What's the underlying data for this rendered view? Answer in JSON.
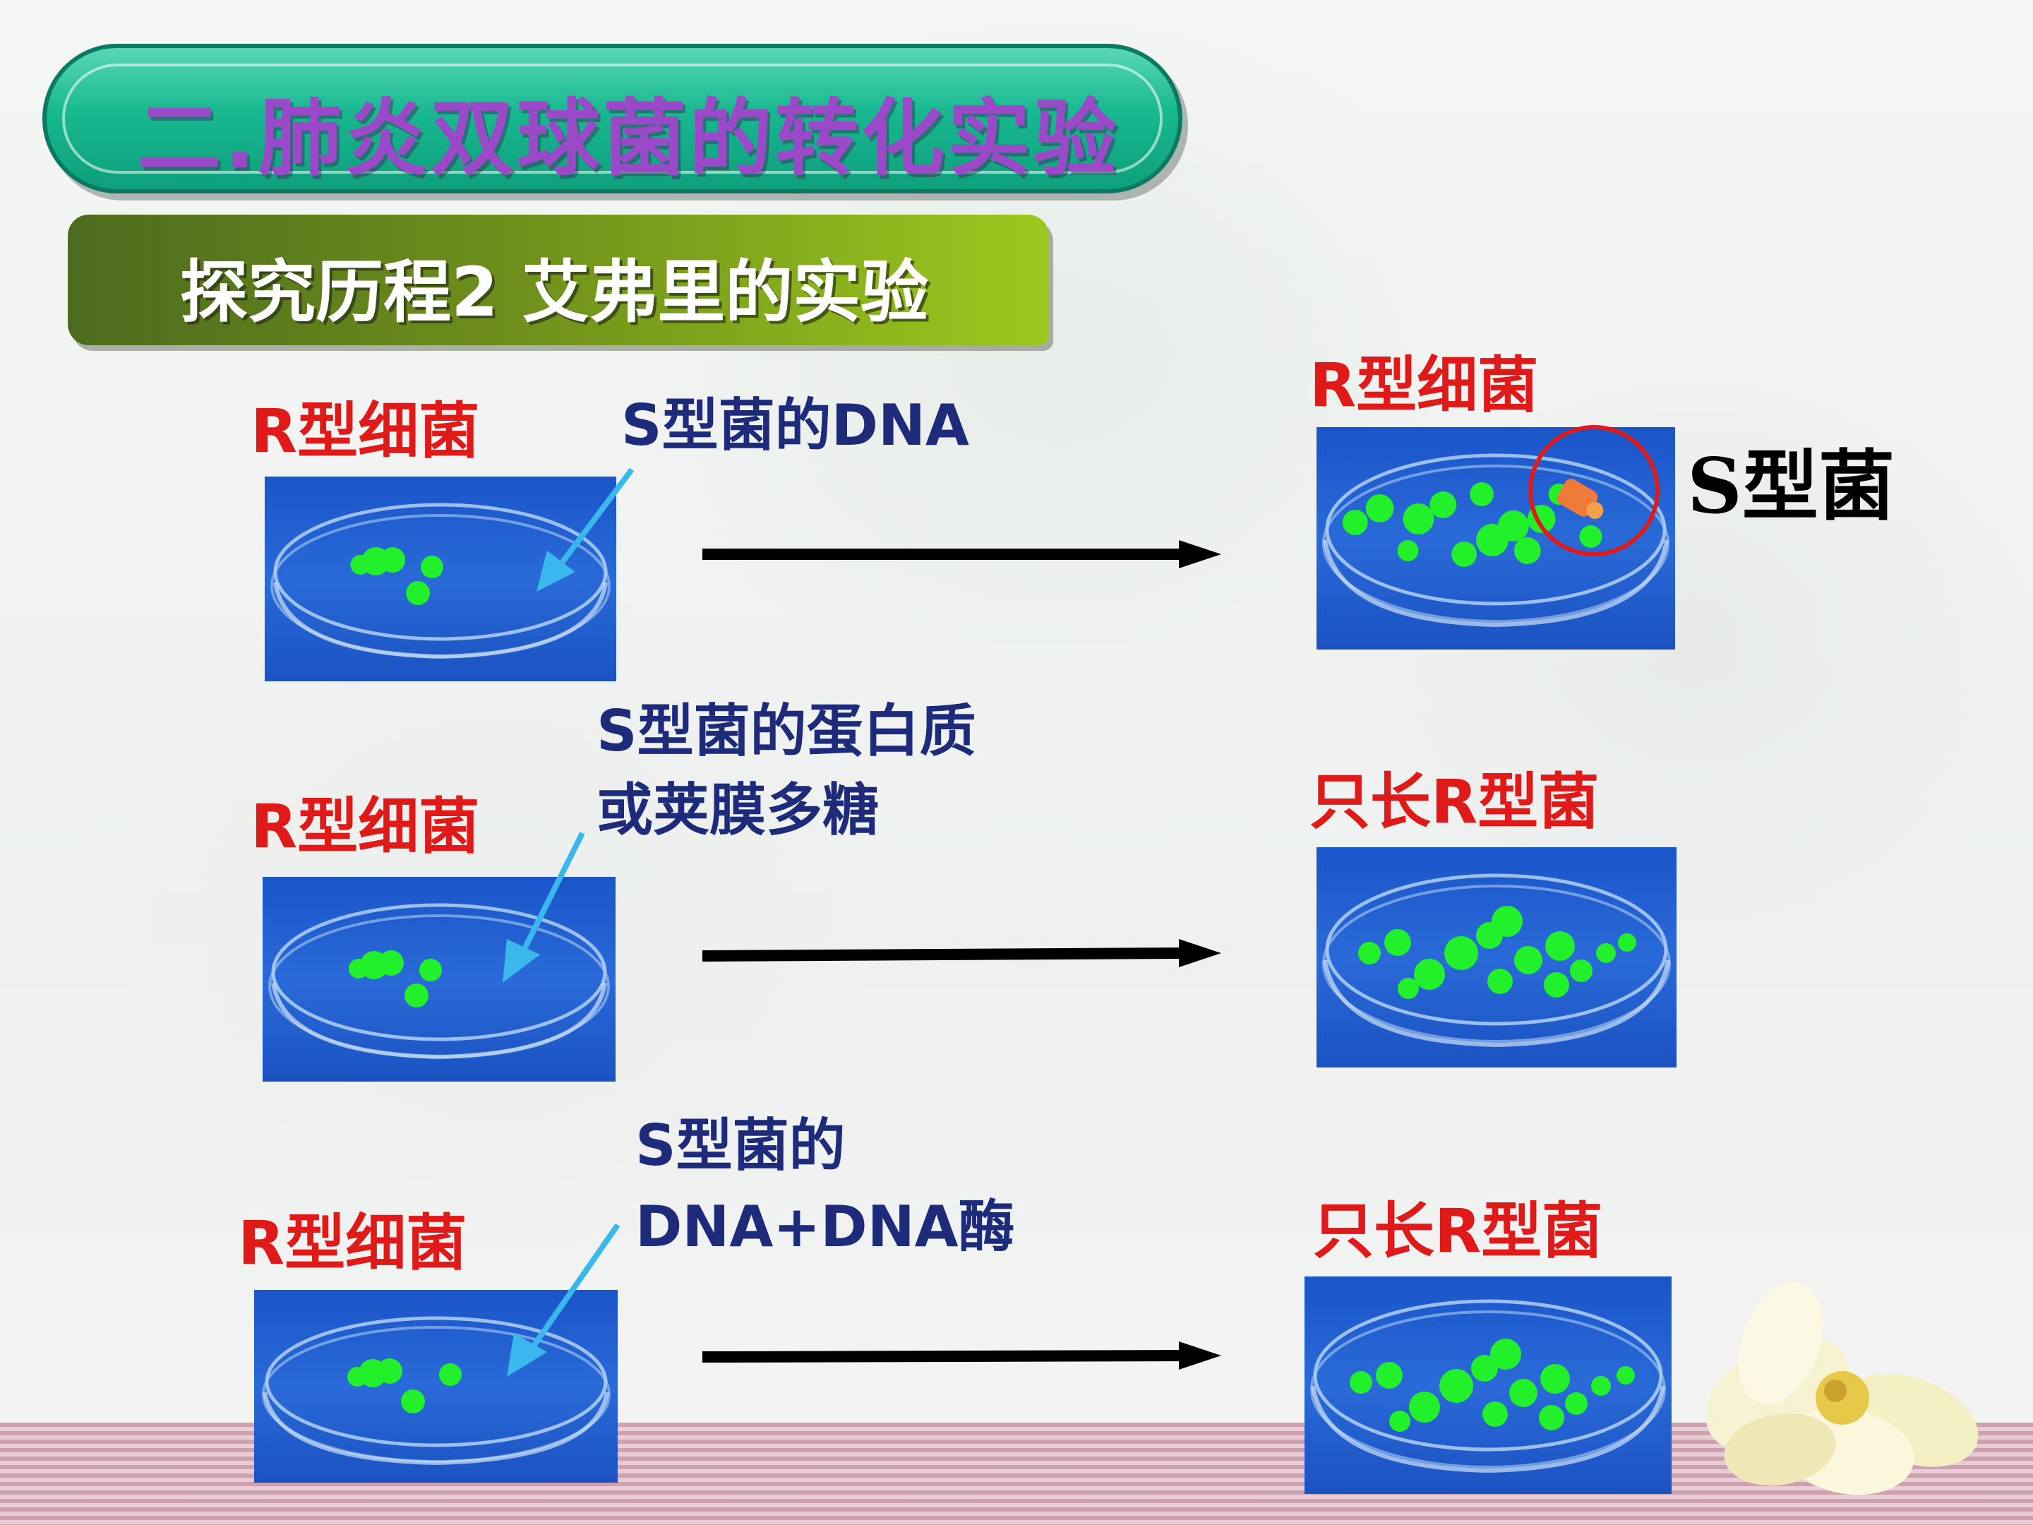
{
  "title": "二.肺炎双球菌的转化实验",
  "subtitle": "探究历程2  艾弗里的实验",
  "rows": [
    {
      "left_label": "R型细菌",
      "treatment_lines": [
        "S型菌的DNA"
      ],
      "result_label": "R型细菌",
      "result_marker": "S型菌"
    },
    {
      "left_label": "R型细菌",
      "treatment_lines": [
        "S型菌的蛋白质",
        "或荚膜多糖"
      ],
      "result_label": "只长R型菌"
    },
    {
      "left_label": "R型细菌",
      "treatment_lines": [
        "S型菌的",
        "DNA+DNA酶"
      ],
      "result_label": "只长R型菌"
    }
  ],
  "colors": {
    "title": "#9b49c9",
    "red_label": "#e01919",
    "navy_label": "#1e2b7a",
    "colony": "#22f02a",
    "s_colony": "#f07a3a",
    "pointer_arrow": "#3ab8ee"
  }
}
